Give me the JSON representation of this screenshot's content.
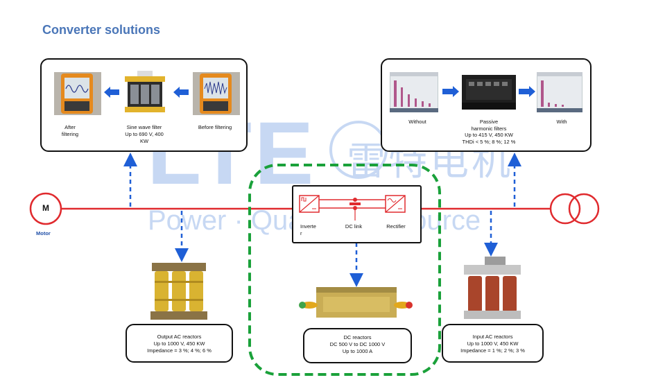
{
  "page": {
    "title": "Converter solutions"
  },
  "watermark": {
    "brand": "LTE",
    "chinese": "雷特电机",
    "tagline": "Power · Quality · Resource"
  },
  "motor": {
    "symbol": "M",
    "label": "Motor"
  },
  "left_filter_panel": {
    "after_label": "After\nfiltering",
    "sine_title": "Sine wave filter",
    "sine_spec": "Up to 690 V, 400\nKW",
    "before_label": "Before filtering"
  },
  "right_filter_panel": {
    "without_label": "Without",
    "passive_title": "Passive\nharmonic filters",
    "passive_spec": "Up to 415 V, 450 KW\nTHDi < 5 %;  8 %;  12 %",
    "with_label": "With"
  },
  "converter": {
    "inverter_label": "Inverte\nr",
    "dc_link_label": "DC link",
    "rectifier_label": "Rectifier"
  },
  "output_reactor": {
    "title": "Output AC reactors",
    "spec1": "Up to 1000 V, 450 KW",
    "spec2": "Impedance = 3 %; 4 %; 6 %"
  },
  "dc_reactor": {
    "title": "DC reactors",
    "spec1": "DC 500 V to DC 1000 V",
    "spec2": "Up to 1000 A"
  },
  "input_reactor": {
    "title": "Input AC reactors",
    "spec1": "Up to 1000 V, 450 KW",
    "spec2": "Impedance = 1 %; 2 %; 3 %"
  },
  "colors": {
    "line": "#e02a2e",
    "arrow": "#1f5fd6",
    "dashed_group": "#1aa13a",
    "heading": "#4a76b8"
  }
}
